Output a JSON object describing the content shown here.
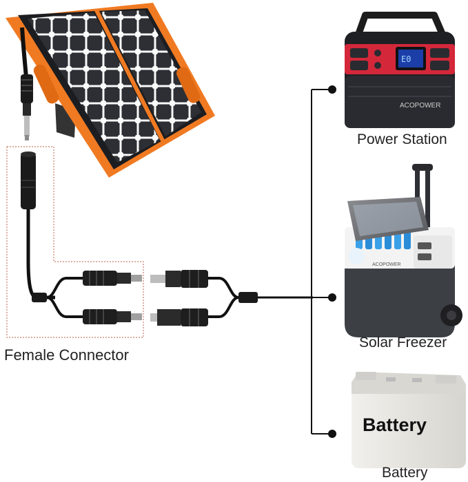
{
  "labels": {
    "female_connector": "Female Connector",
    "power_station": "Power Station",
    "solar_freezer": "Solar Freezer",
    "battery": "Battery"
  },
  "product_text": {
    "power_station_brand": "ACOPOWER",
    "freezer_brand": "ACOPOWER",
    "battery_print": "Battery"
  },
  "colors": {
    "panel_trim": "#f07a22",
    "panel_cell": "#2b2d31",
    "cable": "#111111",
    "dashed_box": "#c87c6a",
    "power_station_accent": "#d4283a",
    "freezer_lid": "#6f7176",
    "freezer_body": "#3c3f44",
    "battery_case": "#e7e6e1"
  },
  "icons": {
    "panel": "solar-panel-image",
    "station": "power-station-image",
    "freezer": "solar-freezer-image",
    "battery": "battery-image"
  }
}
